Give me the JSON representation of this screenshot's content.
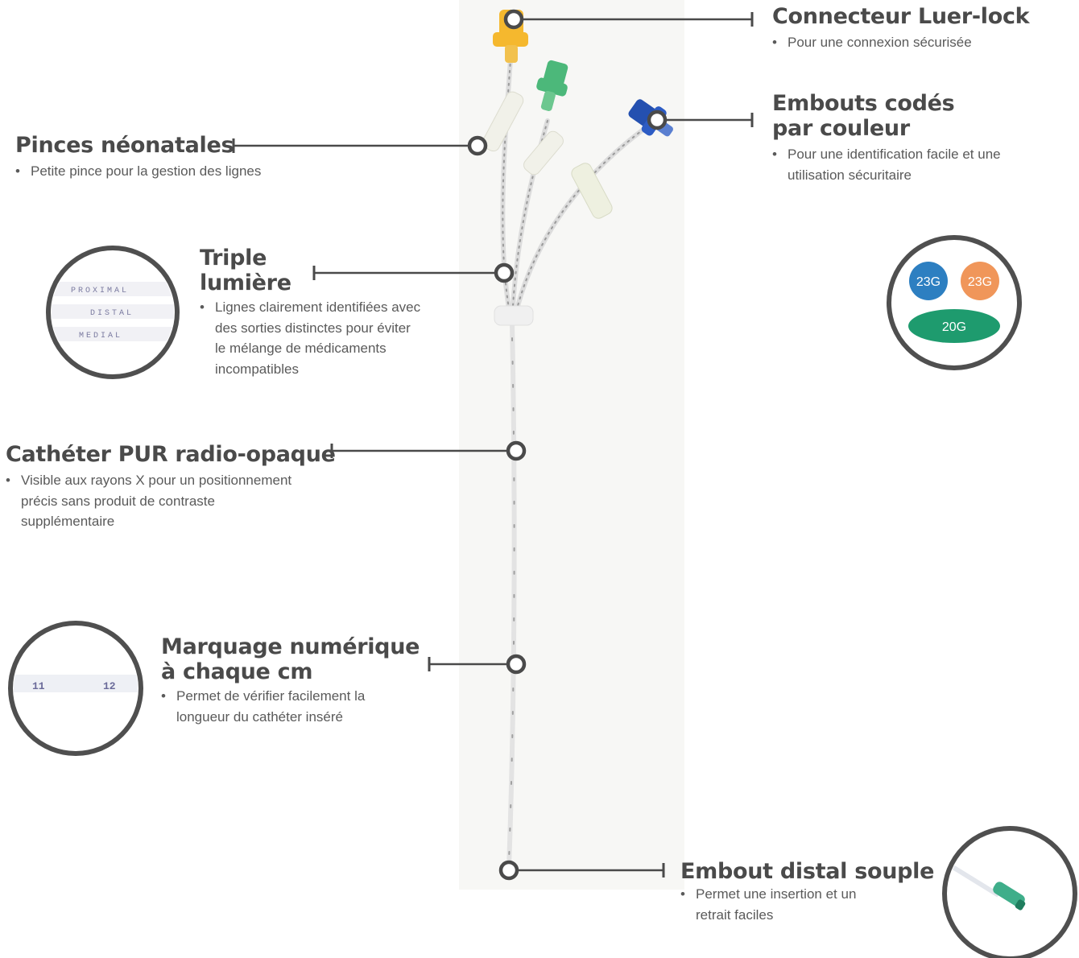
{
  "callouts": [
    {
      "id": "luer",
      "title": "Connecteur Luer-lock",
      "bullet": "Pour une connexion sécurisée"
    },
    {
      "id": "embouts",
      "title_lines": [
        "Embouts codés",
        "par couleur"
      ],
      "bullet": "Pour une identification facile et une utilisation sécuritaire"
    },
    {
      "id": "pinces",
      "title": "Pinces néonatales",
      "bullet": "Petite pince pour la gestion des lignes"
    },
    {
      "id": "triple",
      "title_lines": [
        "Triple",
        "lumière"
      ],
      "bullet": "Lignes clairement identifiées avec des sorties distinctes pour éviter le mélange de médicaments incompatibles"
    },
    {
      "id": "pur",
      "title": "Cathéter PUR radio-opaque",
      "bullet": "Visible aux rayons X pour un positionnement précis sans produit de contraste supplémentaire"
    },
    {
      "id": "marquage",
      "title_lines": [
        "Marquage numérique",
        "à chaque cm"
      ],
      "bullet": "Permet de vérifier facilement la longueur du cathéter inséré"
    },
    {
      "id": "distal",
      "title": "Embout distal souple",
      "bullet": "Permet une insertion et un retrait faciles"
    }
  ],
  "gauge_inset": {
    "items": [
      {
        "label": "23G",
        "color": "#2d7fc1"
      },
      {
        "label": "23G",
        "color": "#f0965a"
      },
      {
        "label": "20G",
        "color": "#1e9b6e"
      }
    ]
  },
  "lumen_inset": {
    "lines": [
      "PROXIMAL",
      "DISTAL",
      "MEDIAL"
    ]
  },
  "marking_inset": {
    "numbers": [
      "11",
      "12"
    ]
  },
  "colors": {
    "connector_yellow": "#f5b82e",
    "connector_green": "#4cb87a",
    "connector_blue": "#2450b0",
    "leader": "#4a4a4a"
  }
}
